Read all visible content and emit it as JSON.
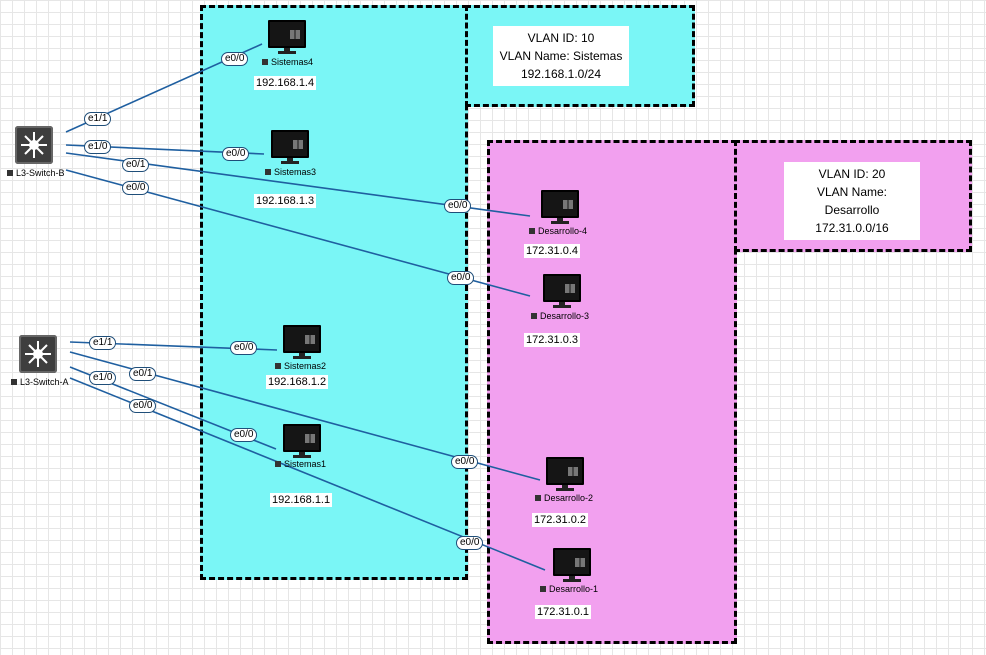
{
  "colors": {
    "vlan10_fill": "#7af6f6",
    "vlan20_fill": "#f2a0ef",
    "link": "#1f5fa0"
  },
  "vlans": {
    "v10": {
      "id": "VLAN ID: 10",
      "name": "VLAN Name: Sistemas",
      "net": "192.168.1.0/24"
    },
    "v20": {
      "id": "VLAN ID: 20",
      "name": "VLAN Name: Desarrollo",
      "net": "172.31.0.0/16"
    }
  },
  "switches": {
    "b": {
      "label": "L3-Switch-B",
      "icon": "l3-switch-icon"
    },
    "a": {
      "label": "L3-Switch-A",
      "icon": "l3-switch-icon"
    }
  },
  "pcs": {
    "sistemas4": {
      "label": "Sistemas4",
      "ip": "192.168.1.4"
    },
    "sistemas3": {
      "label": "Sistemas3",
      "ip": "192.168.1.3"
    },
    "sistemas2": {
      "label": "Sistemas2",
      "ip": "192.168.1.2"
    },
    "sistemas1": {
      "label": "Sistemas1",
      "ip": "192.168.1.1"
    },
    "desarrollo4": {
      "label": "Desarrollo-4",
      "ip": "172.31.0.4"
    },
    "desarrollo3": {
      "label": "Desarrollo-3",
      "ip": "172.31.0.3"
    },
    "desarrollo2": {
      "label": "Desarrollo-2",
      "ip": "172.31.0.2"
    },
    "desarrollo1": {
      "label": "Desarrollo-1",
      "ip": "172.31.0.1"
    }
  },
  "links": [
    {
      "from": "L3-Switch-B",
      "to": "Sistemas4",
      "src_if": "e1/1",
      "dst_if": "e0/0"
    },
    {
      "from": "L3-Switch-B",
      "to": "Sistemas3",
      "src_if": "e1/0",
      "dst_if": "e0/0"
    },
    {
      "from": "L3-Switch-B",
      "to": "Desarrollo-4",
      "src_if": "e0/1",
      "dst_if": "e0/0"
    },
    {
      "from": "L3-Switch-B",
      "to": "Desarrollo-3",
      "src_if": "e0/0",
      "dst_if": "e0/0"
    },
    {
      "from": "L3-Switch-A",
      "to": "Sistemas2",
      "src_if": "e1/1",
      "dst_if": "e0/0"
    },
    {
      "from": "L3-Switch-A",
      "to": "Desarrollo-2",
      "src_if": "e0/1",
      "dst_if": "e0/0"
    },
    {
      "from": "L3-Switch-A",
      "to": "Sistemas1",
      "src_if": "e1/0",
      "dst_if": "e0/0"
    },
    {
      "from": "L3-Switch-A",
      "to": "Desarrollo-1",
      "src_if": "e0/0",
      "dst_if": "e0/0"
    }
  ]
}
